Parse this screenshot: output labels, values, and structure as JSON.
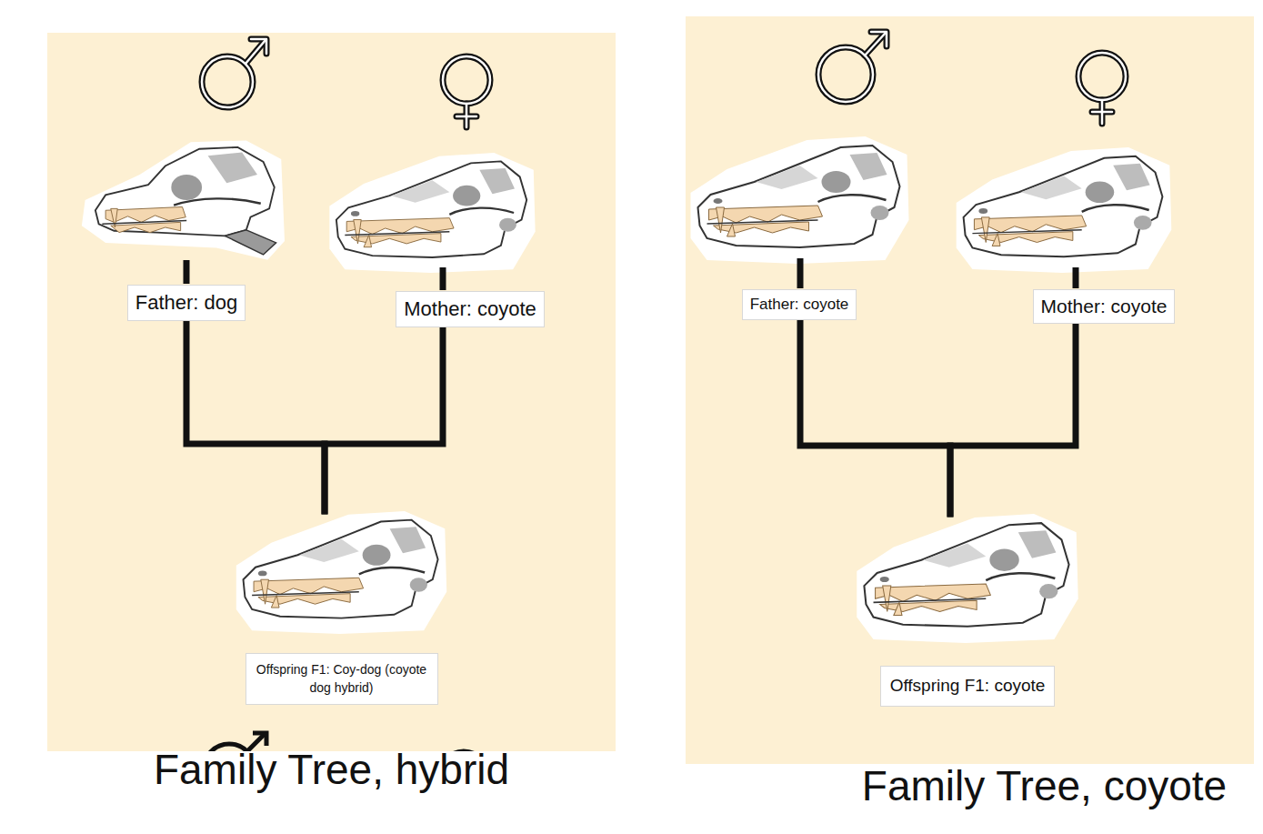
{
  "diagram": {
    "nodes": [
      {
        "text": [
          "Family Tree, hybrid"
        ]
      },
      {
        "text": [
          "Father: dog"
        ],
        "in": 0
      },
      {
        "text": [
          "Mother: coyote"
        ],
        "in": 0
      },
      {
        "text": [
          "Offspring F1: Coy-dog (coyote dog hybrid)"
        ],
        "in": 0
      },
      {
        "text": [
          "Family Tree, coyote"
        ]
      },
      {
        "text": [
          "Father: coyote"
        ],
        "in": 4
      },
      {
        "text": [
          "Mother: coyote"
        ],
        "in": 4
      },
      {
        "text": [
          "Offspring F1: coyote"
        ],
        "in": 4
      }
    ],
    "edges": [
      {
        "from": 1,
        "to": 3,
        "arrow": "none"
      },
      {
        "from": 2,
        "to": 3,
        "arrow": "none"
      },
      {
        "from": 5,
        "to": 7,
        "arrow": "none"
      },
      {
        "from": 6,
        "to": 7,
        "arrow": "none"
      }
    ]
  }
}
